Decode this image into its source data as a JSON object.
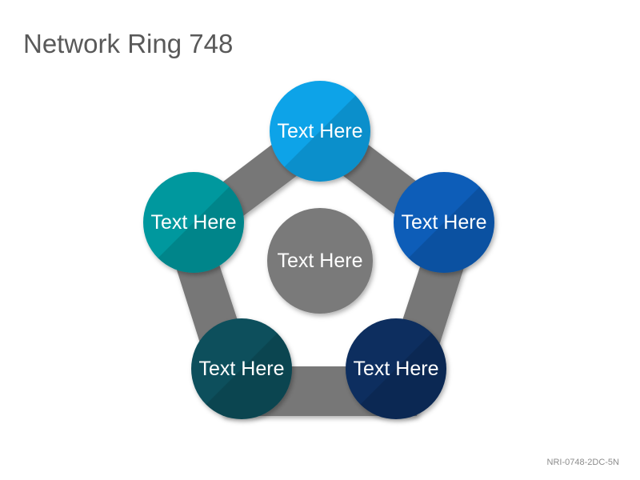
{
  "title": "Network Ring 748",
  "footer_code": "NRI-0748-2DC-5N",
  "colors": {
    "ring": "#777777",
    "center": "#7a7a7a",
    "text": "#ffffff",
    "title": "#595959"
  },
  "center_node": {
    "label": "Text Here",
    "color": "#7a7a7a"
  },
  "nodes": [
    {
      "label": "Text Here",
      "color": "#0aa3e8"
    },
    {
      "label": "Text Here",
      "color": "#0a5db8"
    },
    {
      "label": "Text Here",
      "color": "#0d2f5e"
    },
    {
      "label": "Text Here",
      "color": "#0b4f5c"
    },
    {
      "label": "Text Here",
      "color": "#06989e"
    }
  ]
}
